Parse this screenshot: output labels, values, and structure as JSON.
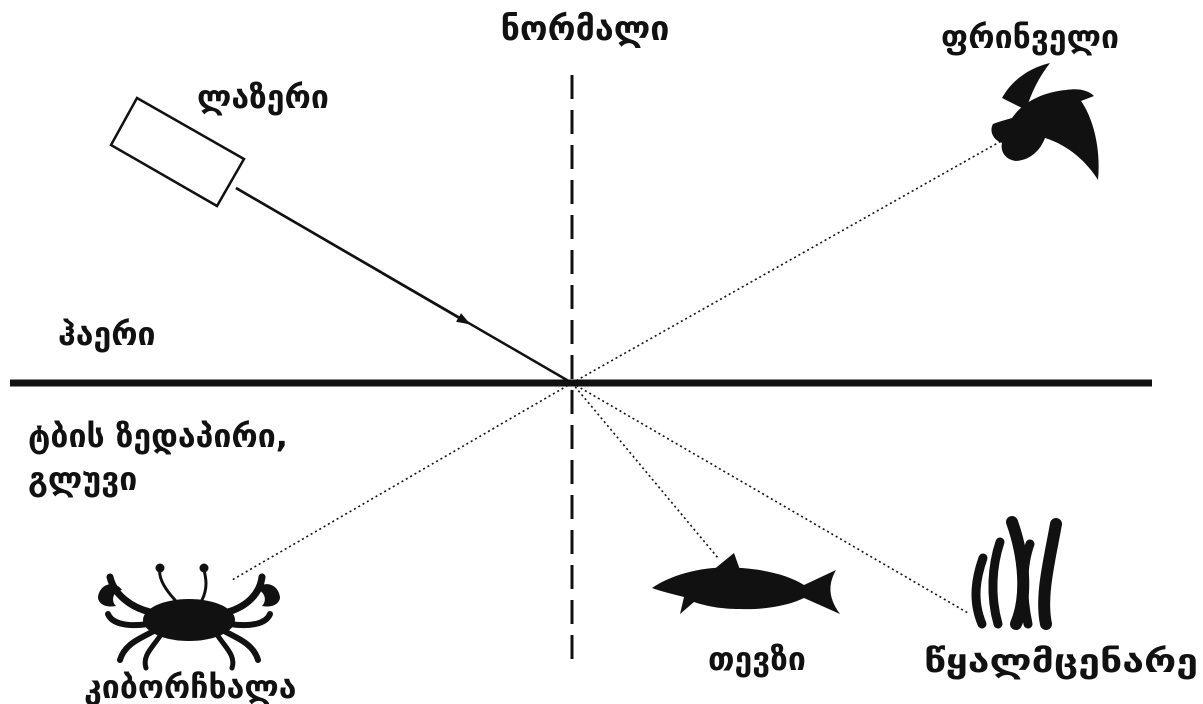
{
  "labels": {
    "normal": "ნორმალი",
    "laser": "ლაზერი",
    "bird": "ფრინველი",
    "air": "ჰაერი",
    "water_surface_line1": "ტბის ზედაპირი,",
    "water_surface_line2": "გლუვი",
    "crab": "კიბორჩხალა",
    "fish": "თევზი",
    "seaweed": "წყალმცენარე"
  },
  "colors": {
    "ink": "#111111",
    "background": "#ffffff"
  },
  "icons": [
    "laser-icon",
    "bird-icon",
    "crab-icon",
    "fish-icon",
    "seaweed-icon"
  ]
}
